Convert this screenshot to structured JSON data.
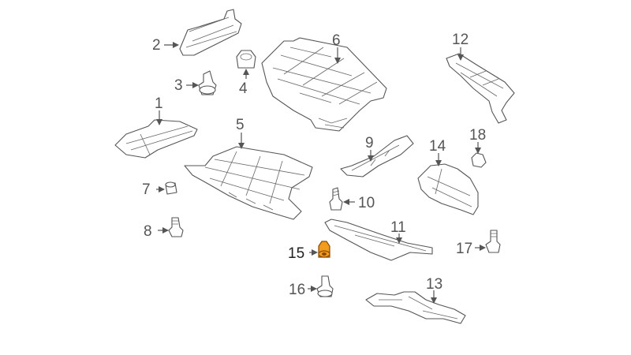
{
  "callouts": {
    "c1": "1",
    "c2": "2",
    "c3": "3",
    "c4": "4",
    "c5": "5",
    "c6": "6",
    "c7": "7",
    "c8": "8",
    "c9": "9",
    "c10": "10",
    "c11": "11",
    "c12": "12",
    "c13": "13",
    "c14": "14",
    "c15": "15",
    "c16": "16",
    "c17": "17",
    "c18": "18"
  },
  "highlight": {
    "part": "15",
    "color": "#f29b1e"
  },
  "colors": {
    "line": "#555555",
    "background": "#ffffff"
  }
}
